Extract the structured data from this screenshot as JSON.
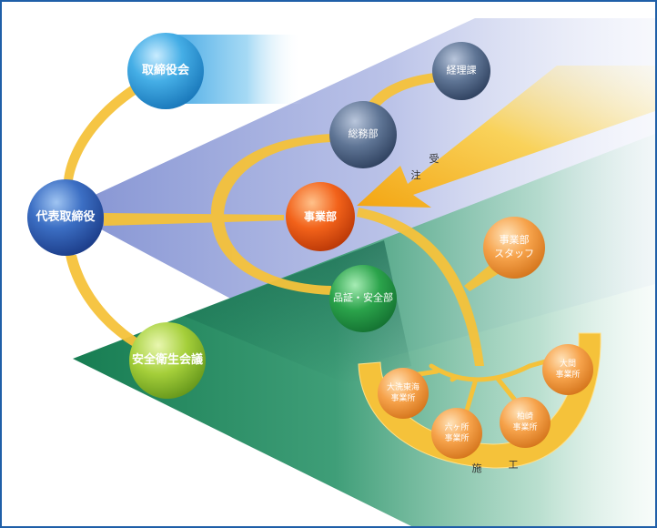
{
  "nodes": {
    "board_meeting": "取締役会",
    "president": "代表取締役",
    "safety_committee": "安全衛生会議",
    "accounting": "経理課",
    "general_affairs": "総務部",
    "business_dept": "事業部",
    "quality_safety": "品証・安全部",
    "business_staff": [
      "事業部",
      "スタッフ"
    ],
    "oarai_tokai": [
      "大洗東海",
      "事業所"
    ],
    "rokkasho": [
      "六ヶ所",
      "事業所"
    ],
    "kashiwazaki": [
      "柏崎",
      "事業所"
    ],
    "ohma": [
      "大間",
      "事業所"
    ]
  },
  "tags": {
    "order_1": "受",
    "order_2": "注",
    "construction_1": "施",
    "construction_2": "工"
  },
  "colors": {
    "border": "#1f5fa8",
    "ribbon": "#f5c23a",
    "blue_wedge": "#7f8fd0",
    "green_wedge": "#1a8a5a"
  }
}
